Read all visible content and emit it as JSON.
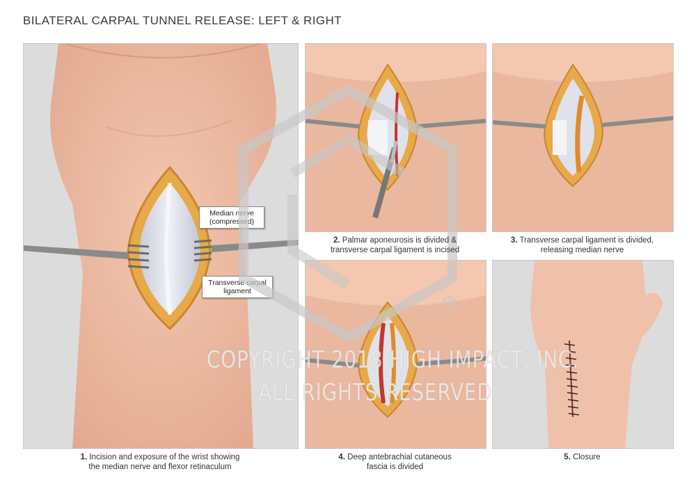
{
  "title": "BILATERAL CARPAL TUNNEL RELEASE: LEFT & RIGHT",
  "labels": {
    "median_nerve": "Median nerve\n(compressed)",
    "ligament": "Transverse carpal\nligament"
  },
  "captions": [
    {
      "num": "1.",
      "text1": " Incision and exposure of the wrist showing",
      "text2": "the median nerve and flexor retinaculum"
    },
    {
      "num": "2.",
      "text1": " Palmar aponeurosis is divided &",
      "text2": "transverse carpal ligament is incised"
    },
    {
      "num": "3.",
      "text1": " Transverse carpal ligament is divided,",
      "text2": "releasing median nerve"
    },
    {
      "num": "4.",
      "text1": " Deep antebrachial cutaneous",
      "text2": "fascia is divided"
    },
    {
      "num": "5.",
      "text1": " Closure",
      "text2": ""
    }
  ],
  "watermark": {
    "line1": "COPYRIGHT 2018 HIGH IMPACT, INC.",
    "line2": "ALL RIGHTS RESERVED",
    "symbol": "®"
  }
}
